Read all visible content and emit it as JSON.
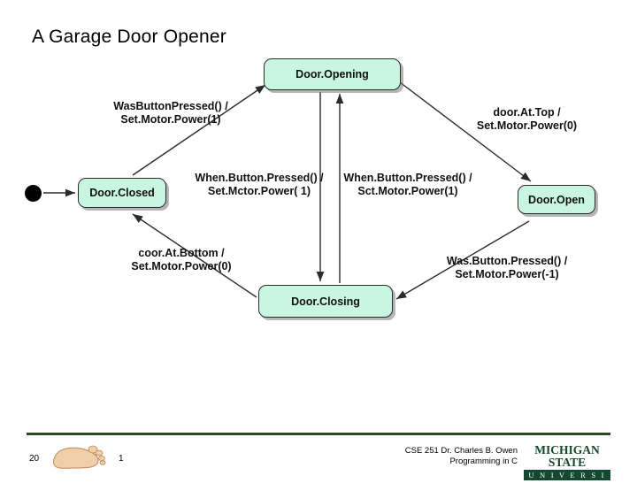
{
  "slide": {
    "title": "A Garage Door Opener",
    "page_number": "20",
    "slide_number": "1",
    "credit_line1": "CSE 251 Dr. Charles B. Owen",
    "credit_line2": "Programming in C",
    "logo_top": "MICHIGAN STATE",
    "logo_bottom": "U N I V E R S I T Y",
    "accent_color": "#2b4a1e",
    "node_fill": "#c9f5e3"
  },
  "diagram": {
    "type": "state-machine",
    "start_node": "start-dot",
    "nodes": [
      {
        "id": "door-opening",
        "label": "Door.Opening"
      },
      {
        "id": "door-closed",
        "label": "Door.Closed"
      },
      {
        "id": "door-open",
        "label": "Door.Open"
      },
      {
        "id": "door-closing",
        "label": "Door.Closing"
      }
    ],
    "transitions": [
      {
        "id": "closed-to-opening",
        "from": "Door.Closed",
        "to": "Door.Opening",
        "label": "WasButtonPressed() /\nSet.Motor.Power(1)"
      },
      {
        "id": "opening-to-open",
        "from": "Door.Opening",
        "to": "Door.Open",
        "label": "door.At.Top /\nSet.Motor.Power(0)"
      },
      {
        "id": "opening-to-closing",
        "from": "Door.Opening",
        "to": "Door.Closing",
        "label": "When.Button.Pressed() /\nSet.Mctor.Power( 1)"
      },
      {
        "id": "closing-to-opening",
        "from": "Door.Closing",
        "to": "Door.Opening",
        "label": "When.Button.Pressed() /\nSct.Motor.Power(1)"
      },
      {
        "id": "closing-to-closed",
        "from": "Door.Closing",
        "to": "Door.Closed",
        "label": "coor.At.Bottom /\nSet.Motor.Power(0)"
      },
      {
        "id": "open-to-closing",
        "from": "Door.Open",
        "to": "Door.Closing",
        "label": "Was.Button.Pressed() /\nSet.Motor.Power(-1)"
      }
    ]
  }
}
